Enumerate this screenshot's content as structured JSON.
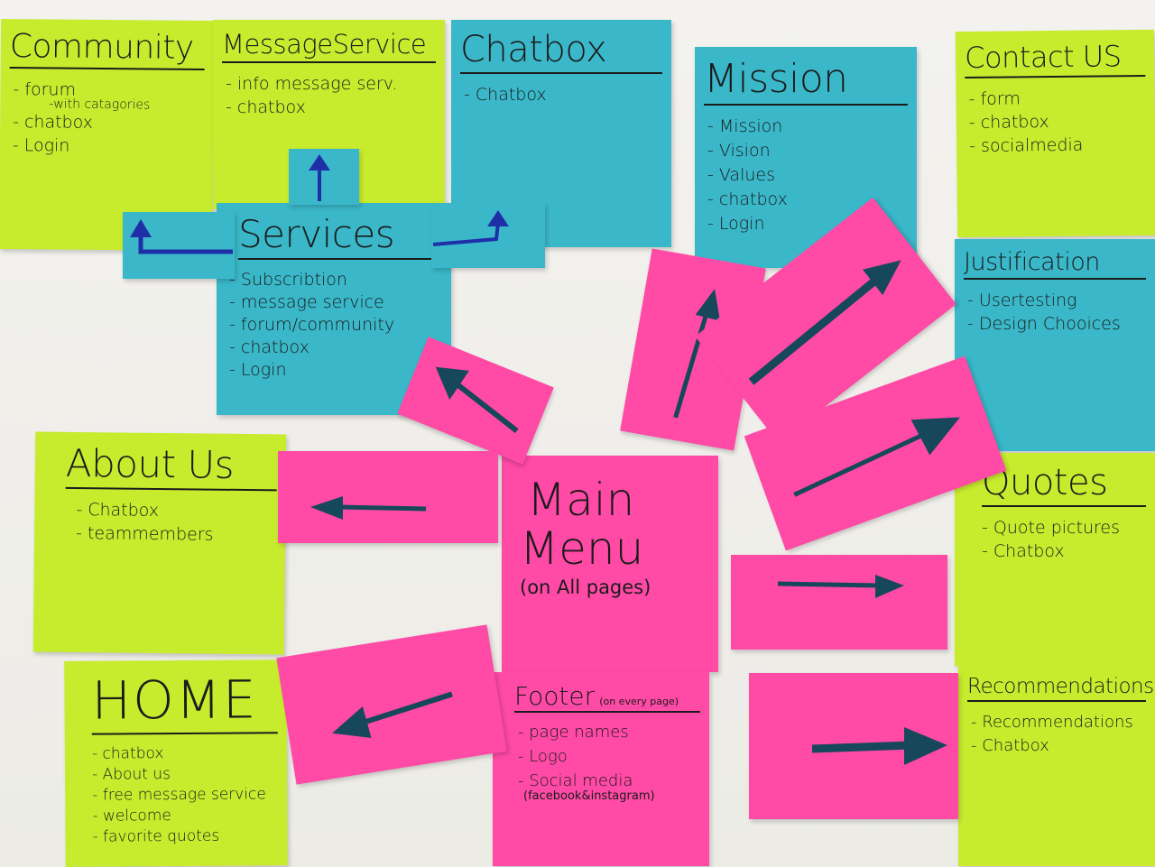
{
  "colors": {
    "green_note": "#c7ec2e",
    "blue_note": "#3ab8c9",
    "pink_note": "#ff4aa6",
    "marker_blue": "#1f2fa8",
    "marker_teal": "#17475a"
  },
  "community": {
    "title": "Community",
    "items": [
      "forum",
      "chatbox",
      "Login"
    ],
    "forum_sub": "-with catagories"
  },
  "message_service": {
    "title": "MessageService",
    "items": [
      "info message serv.",
      "chatbox"
    ]
  },
  "chatbox": {
    "title": "Chatbox",
    "items": [
      "Chatbox"
    ]
  },
  "mission": {
    "title": "Mission",
    "items": [
      "Mission",
      "Vision",
      "Values",
      "chatbox",
      "Login"
    ]
  },
  "contact_us": {
    "title": "Contact US",
    "items": [
      "form",
      "chatbox",
      "socialmedia"
    ]
  },
  "services": {
    "title": "Services",
    "items": [
      "Subscribtion",
      "message service",
      "forum/community",
      "chatbox",
      "Login"
    ]
  },
  "justification": {
    "title": "Justification",
    "items": [
      "Usertesting",
      "Design Chooices"
    ]
  },
  "about_us": {
    "title": "About Us",
    "items": [
      "Chatbox",
      "teammembers"
    ]
  },
  "main_menu": {
    "title_line1": "Main",
    "title_line2": "Menu",
    "subtitle": "(on All pages)"
  },
  "footer": {
    "title": "Footer",
    "title_note": "(on every page)",
    "items": [
      "page names",
      "Logo",
      "Social media"
    ],
    "social_detail": "(facebook&instagram)"
  },
  "quotes": {
    "title": "Quotes",
    "items": [
      "Quote pictures",
      "Chatbox"
    ]
  },
  "home": {
    "title": "HOME",
    "items": [
      "chatbox",
      "About us",
      "free message service",
      "welcome",
      "favorite quotes"
    ]
  },
  "recommendations": {
    "title": "Recommendations",
    "items": [
      "Recommendations",
      "Chatbox"
    ]
  },
  "arrows": [
    {
      "id": "to-message-service",
      "direction": "up"
    },
    {
      "id": "to-community",
      "direction": "left-up"
    },
    {
      "id": "to-chatbox",
      "direction": "right-up"
    },
    {
      "id": "to-services",
      "direction": "up-left"
    },
    {
      "id": "to-mission",
      "direction": "up"
    },
    {
      "id": "to-contact-us",
      "direction": "up-right"
    },
    {
      "id": "to-justification",
      "direction": "up-right"
    },
    {
      "id": "to-about-us",
      "direction": "left"
    },
    {
      "id": "to-quotes",
      "direction": "right"
    },
    {
      "id": "to-home",
      "direction": "left"
    },
    {
      "id": "to-recommendations",
      "direction": "right"
    }
  ]
}
